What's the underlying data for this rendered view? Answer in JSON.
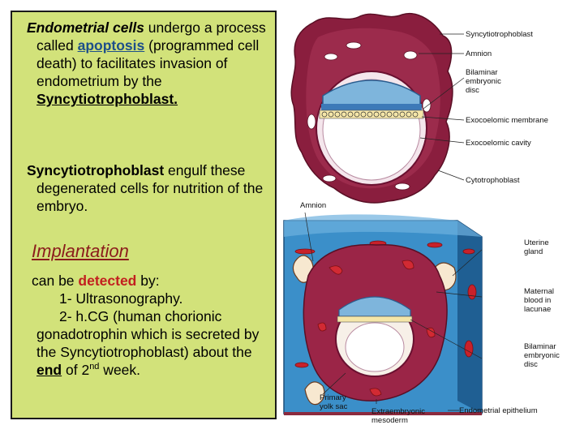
{
  "paragraph1": {
    "term": "Endometrial cells",
    "text_a": " undergo a process called ",
    "apoptosis": "apoptosis",
    "text_b": " (programmed cell death) to facilitates invasion of endometrium by the ",
    "syncytio": "Syncytiotrophoblast."
  },
  "paragraph2": {
    "term": "Syncytiotrophoblast",
    "text": " engulf these degenerated cells for nutrition of the embryo."
  },
  "heading": "Implantation",
  "paragraph3": {
    "text_a": "can be ",
    "detected": "detected",
    "text_b": " by:",
    "item1": "1- Ultrasonography.",
    "item2_a": "2- h.CG (human chorionic gonadotrophin which is secreted by the Syncytiotrophoblast) about the ",
    "end": "end",
    "item2_b": " of 2",
    "nd": "nd",
    "item2_c": " week."
  },
  "figure": {
    "labels": {
      "syncytiotrophoblast": "Syncytiotrophoblast",
      "amnion_top": "Amnion",
      "bilaminar_top_1": "Bilaminar",
      "bilaminar_top_2": "embryonic",
      "bilaminar_top_3": "disc",
      "exocoelomic_membrane": "Exocoelomic membrane",
      "exocoelomic_cavity": "Exocoelomic cavity",
      "cytotrophoblast": "Cytotrophoblast",
      "amnion_left": "Amnion",
      "uterine_gland_1": "Uterine",
      "uterine_gland_2": "gland",
      "maternal_blood_1": "Maternal",
      "maternal_blood_2": "blood in",
      "maternal_blood_3": "lacunae",
      "bilaminar_bottom_1": "Bilaminar",
      "bilaminar_bottom_2": "embryonic",
      "bilaminar_bottom_3": "disc",
      "primary_yolk_sac_1": "Primary",
      "primary_yolk_sac_2": "yolk sac",
      "extraembryonic_1": "Extraembryonic",
      "extraembryonic_2": "mesoderm",
      "endometrial_epithelium": "Endometrial epithelium"
    }
  }
}
